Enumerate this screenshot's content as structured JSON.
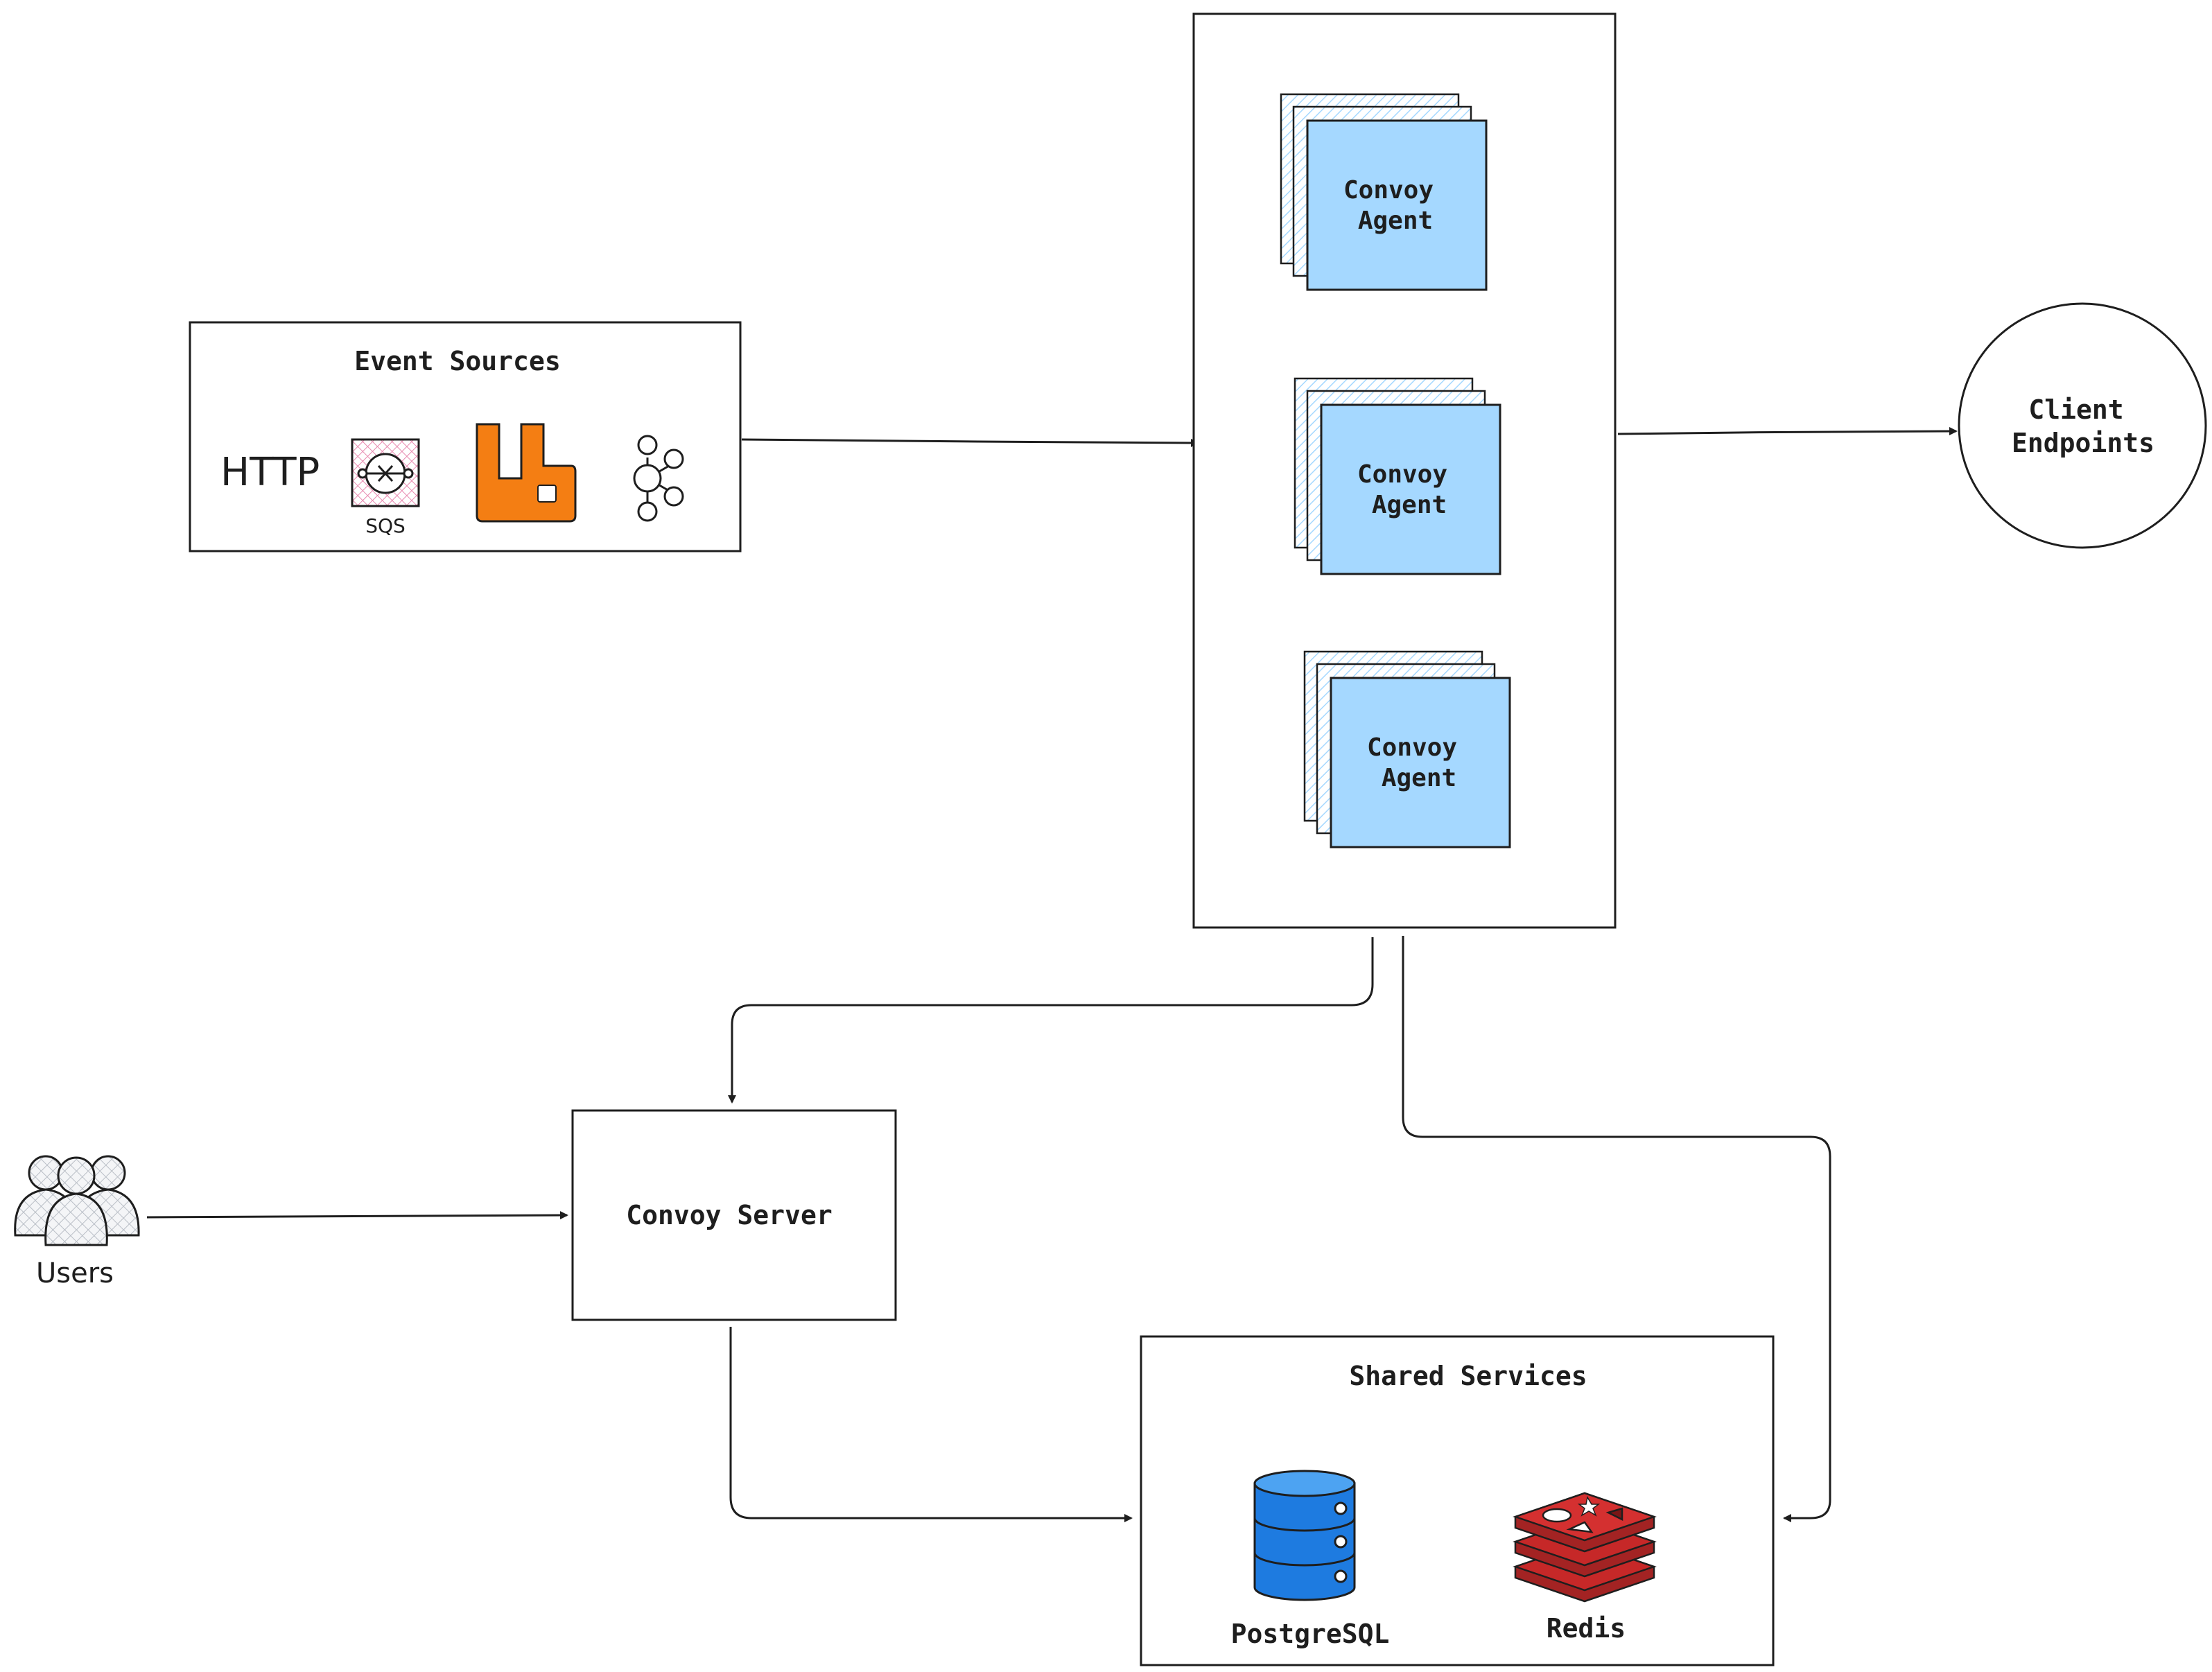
{
  "event_sources": {
    "title": "Event Sources",
    "http_label": "HTTP",
    "sqs_label": "SQS",
    "icons": [
      "sqs-icon",
      "rabbitmq-icon",
      "kafka-icon"
    ]
  },
  "agent_cluster": {
    "agents": [
      {
        "line1": "Convoy",
        "line2": "Agent"
      },
      {
        "line1": "Convoy",
        "line2": "Agent"
      },
      {
        "line1": "Convoy",
        "line2": "Agent"
      }
    ]
  },
  "client_endpoints": {
    "line1": "Client",
    "line2": "Endpoints"
  },
  "users": {
    "label": "Users"
  },
  "convoy_server": {
    "label": "Convoy Server"
  },
  "shared_services": {
    "title": "Shared Services",
    "postgres_label": "PostgreSQL",
    "redis_label": "Redis"
  },
  "colors": {
    "agent_fill": "#a5d8ff",
    "postgres_blue": "#1e7be0",
    "redis_red": "#c62828",
    "rabbitmq_orange": "#f47e13",
    "sqs_pink": "#e88ab0"
  }
}
